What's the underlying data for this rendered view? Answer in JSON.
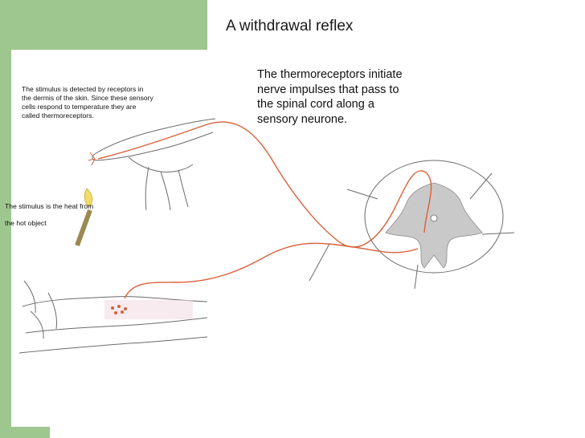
{
  "slide": {
    "title": "A withdrawal reflex",
    "main_text": "The thermoreceptors initiate nerve impulses that pass to the spinal cord along a sensory neurone.",
    "receptor_note": "The stimulus is detected by receptors in the dermis of the skin. Since these sensory cells respond to temperature they are called thermoreceptors.",
    "heat_note": "The stimulus is the heat from the hot object"
  },
  "colors": {
    "accent_green": "#9ec78f",
    "nerve": "#d9603a",
    "line": "#6b6b6b"
  }
}
